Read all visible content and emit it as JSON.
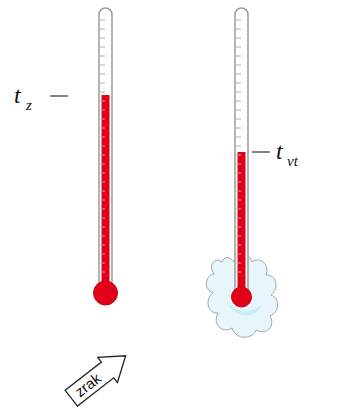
{
  "diagram": {
    "nodes": [
      {
        "text": [
          "zrak"
        ]
      }
    ],
    "labels": [
      "t",
      "z",
      "t",
      "vt"
    ]
  }
}
